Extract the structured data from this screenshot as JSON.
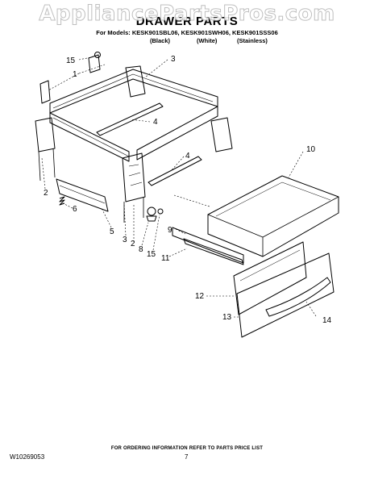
{
  "watermark": "AppliancePartsPros.com",
  "header": {
    "title": "DRAWER PARTS",
    "models": "For Models: KESK901SBL06, KESK901SWH06, KESK901SSS06",
    "colors": [
      "(Black)",
      "(White)",
      "(Stainless)"
    ]
  },
  "callouts": [
    "15",
    "1",
    "3",
    "4",
    "4",
    "10",
    "2",
    "6",
    "5",
    "3",
    "2",
    "8",
    "15",
    "9",
    "11",
    "12",
    "13",
    "14"
  ],
  "footer": {
    "ordering_info": "FOR ORDERING INFORMATION REFER TO PARTS PRICE LIST",
    "doc_number": "W10269053",
    "page_number": "7"
  }
}
